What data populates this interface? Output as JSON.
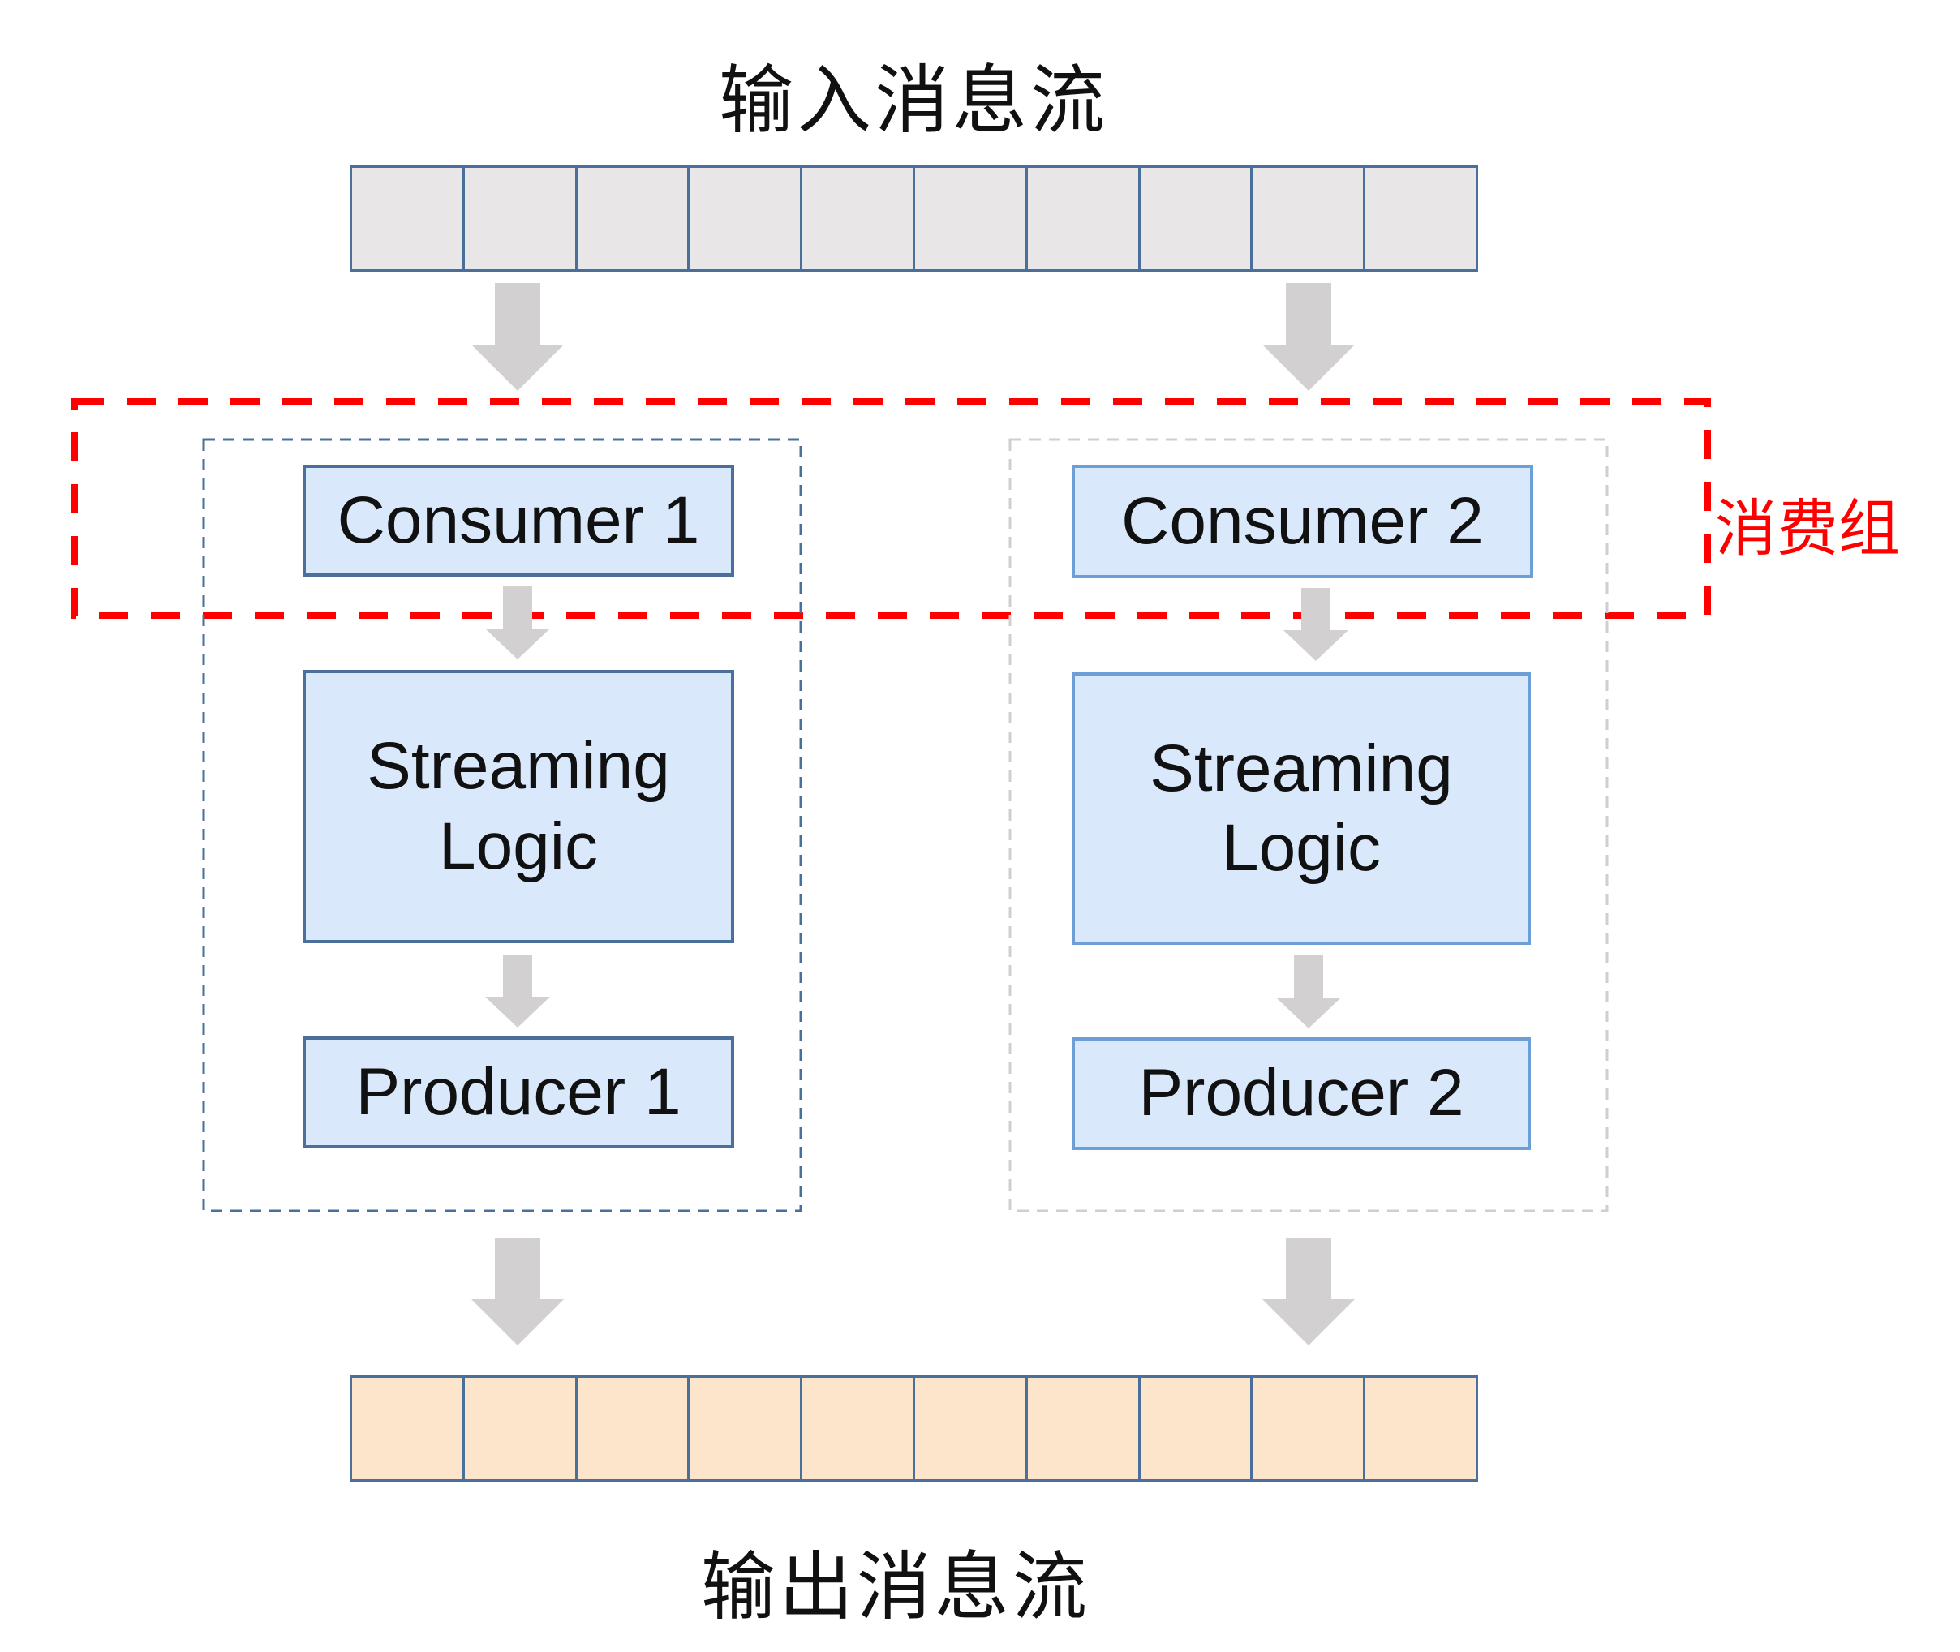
{
  "input_stream": {
    "title": "输入消息流",
    "cell_count": 10,
    "fill_color": "#e8e6e7",
    "border_color": "#4a6f9a"
  },
  "output_stream": {
    "title": "输出消息流",
    "cell_count": 10,
    "fill_color": "#fde5cc",
    "border_color": "#4a6f9a"
  },
  "consumer_group": {
    "label": "消费组",
    "color": "#ff0000"
  },
  "pipelines": [
    {
      "consumer": "Consumer 1",
      "logic": "Streaming\nLogic",
      "producer": "Producer 1",
      "group_border": "#4a6f9a"
    },
    {
      "consumer": "Consumer 2",
      "logic": "Streaming\nLogic",
      "producer": "Producer 2",
      "group_border": "#cfcfcf"
    }
  ],
  "colors": {
    "arrow": "#d3d0d1",
    "node_fill": "#dae8fb"
  }
}
